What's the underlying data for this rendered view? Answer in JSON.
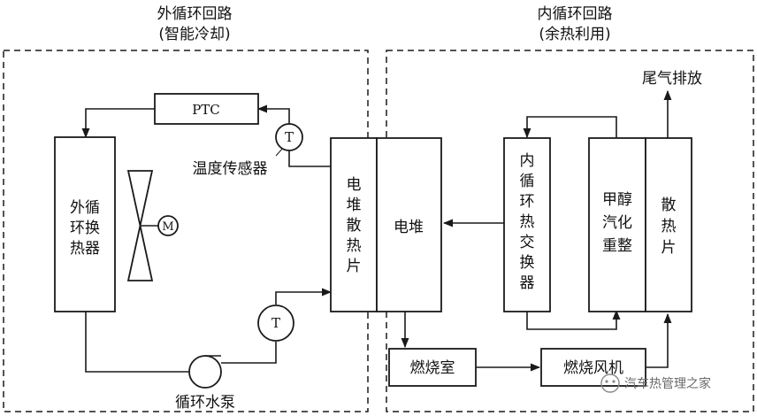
{
  "outer_loop": {
    "title": "外循环回路",
    "subtitle": "(智能冷却)"
  },
  "inner_loop": {
    "title": "内循环回路",
    "subtitle": "(余热利用)"
  },
  "components": {
    "ptc": "PTC",
    "temp_sensor_symbol": "T",
    "temp_sensor_label": "温度传感器",
    "outer_heat_exchanger": [
      "外循",
      "环换",
      "热器"
    ],
    "fan_motor_symbol": "M",
    "water_pump_label": "循环水泵",
    "stack_radiator": [
      "电",
      "堆",
      "散",
      "热",
      "片"
    ],
    "stack": "电堆",
    "inner_heat_exchanger": [
      "内",
      "循",
      "环",
      "热",
      "交",
      "换",
      "器"
    ],
    "methanol_reformer": [
      "甲醇",
      "汽化",
      "重整"
    ],
    "radiator": [
      "散",
      "热",
      "片"
    ],
    "combustion_chamber": "燃烧室",
    "combustion_fan": "燃烧风机",
    "exhaust": "尾气排放"
  },
  "watermark": "汽车热管理之家"
}
